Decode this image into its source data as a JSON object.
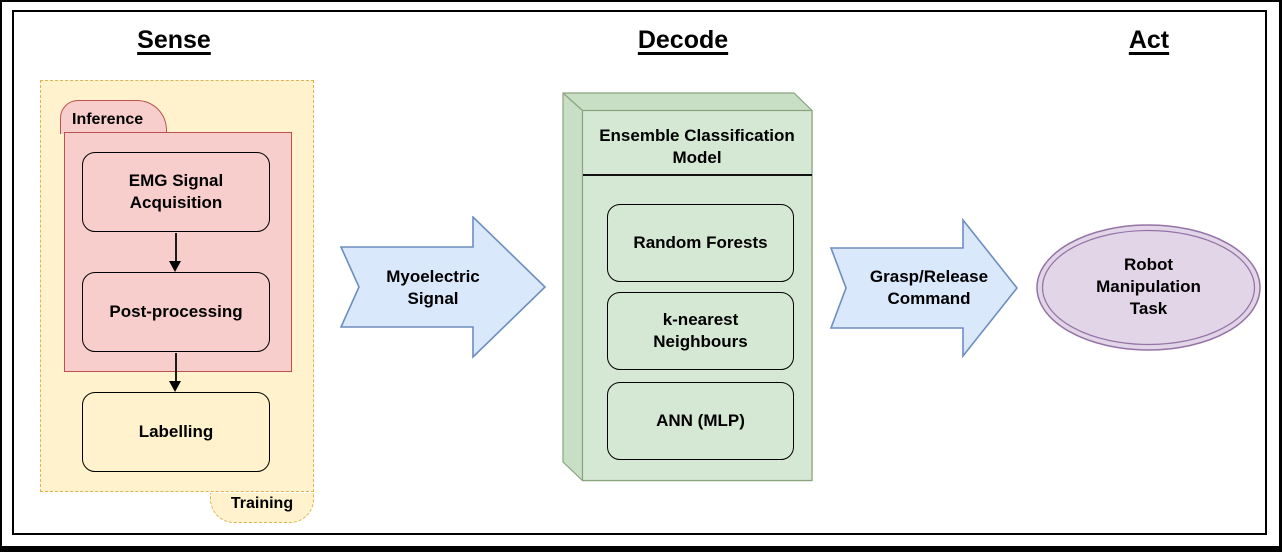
{
  "headers": {
    "sense": "Sense",
    "decode": "Decode",
    "act": "Act"
  },
  "sense": {
    "inference_label": "Inference",
    "training_label": "Training",
    "nodes": {
      "emg": "EMG Signal Acquisition",
      "post": "Post-processing",
      "labelling": "Labelling"
    }
  },
  "decode": {
    "cube_title": "Ensemble Classification Model",
    "models": [
      "Random Forests",
      "k-nearest Neighbours",
      "ANN (MLP)"
    ]
  },
  "act": {
    "task": "Robot Manipulation Task"
  },
  "arrows": {
    "sense_to_decode": "Myoelectric Signal",
    "decode_to_act": "Grasp/Release Command"
  },
  "colors": {
    "yellow_fill": "#fff2cc",
    "yellow_stroke": "#d6b656",
    "pink_fill": "#f8cecc",
    "pink_stroke": "#b85450",
    "green_fill": "#d5e8d4",
    "green_side": "#c9dfc5",
    "green_stroke": "#8aa37f",
    "blue_fill": "#dae8fc",
    "blue_stroke": "#6c8ebf",
    "purple_fill": "#e1d5e7",
    "purple_stroke": "#9673a6",
    "node_stroke": "#000000"
  }
}
